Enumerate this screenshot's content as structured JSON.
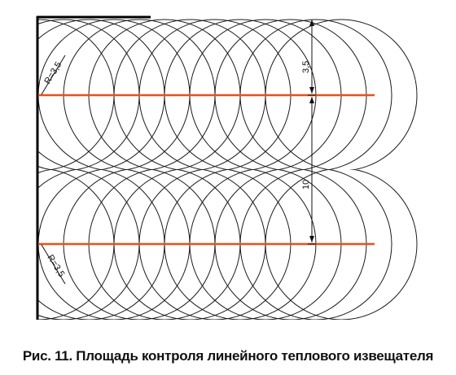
{
  "figure": {
    "caption": "Рис. 11. Площадь контроля линейного теплового извещателя",
    "labels": {
      "radius_top": "R=3,5",
      "radius_bottom": "R=3,5",
      "dim_half": "3,5",
      "dim_spacing": "10"
    },
    "colors": {
      "cable_line": "#e8501c",
      "circles": "#1a1a1a",
      "walls": "#000000"
    },
    "coverage_zones": [
      {
        "name": "upper",
        "cable_label": "R=3,5"
      },
      {
        "name": "lower",
        "cable_label": "R=3,5"
      }
    ],
    "circles_per_row": 13
  }
}
